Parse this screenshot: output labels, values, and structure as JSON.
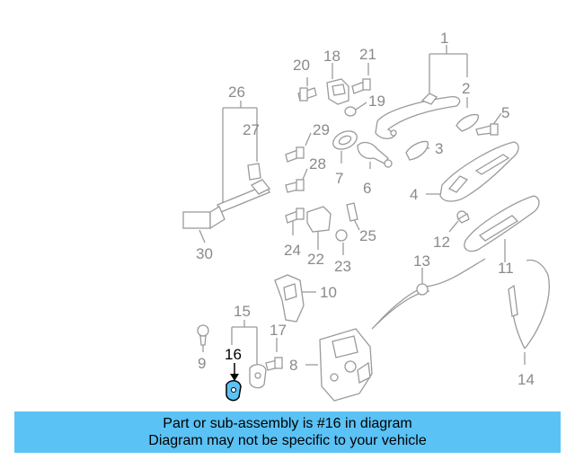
{
  "callouts": {
    "c1": "1",
    "c2": "2",
    "c3": "3",
    "c4": "4",
    "c5": "5",
    "c6": "6",
    "c7": "7",
    "c8": "8",
    "c9": "9",
    "c10": "10",
    "c11": "11",
    "c12": "12",
    "c13": "13",
    "c14": "14",
    "c15": "15",
    "c16": "16",
    "c17": "17",
    "c18": "18",
    "c19": "19",
    "c20": "20",
    "c21": "21",
    "c22": "22",
    "c23": "23",
    "c24": "24",
    "c25": "25",
    "c26": "26",
    "c27": "27",
    "c28": "28",
    "c29": "29",
    "c30": "30"
  },
  "highlighted_part": "16",
  "colors": {
    "banner": "#5bc2f5",
    "highlight_part": "#5bc2f5",
    "line_art": "#9a9a9a"
  },
  "caption": {
    "line1": "Part or sub-assembly is #16 in diagram",
    "line2": "Diagram may not be specific to your vehicle"
  }
}
